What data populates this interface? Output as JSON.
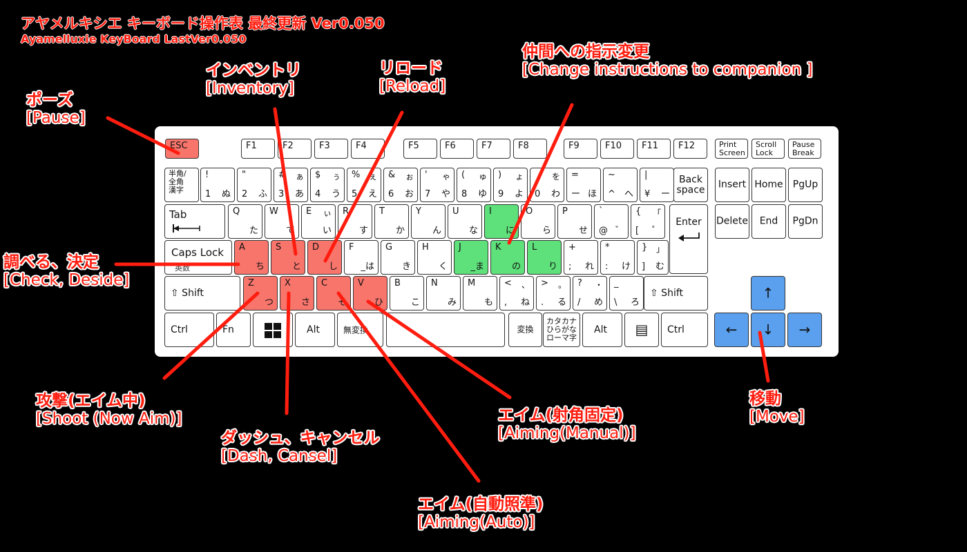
{
  "header": {
    "title_jp": "アヤメルキシエ キーボード操作表 最終更新 Ver0.050",
    "title_en": "Ayamelluxie KeyBoard LastVer0.050"
  },
  "colors": {
    "accent_red": "#f8756c",
    "accent_green": "#5ee07a",
    "accent_blue": "#5aa0ee",
    "label_text": "#ff1d0f"
  },
  "annotations": {
    "pause": {
      "jp": "ポーズ",
      "en": "[Pause]"
    },
    "inventory": {
      "jp": "インベントリ",
      "en": "[Inventory]"
    },
    "reload": {
      "jp": "リロード",
      "en": "[Reload]"
    },
    "companion": {
      "jp": "仲間への指示変更",
      "en": "[Change instructions to companion ]"
    },
    "check": {
      "jp": "調べる、決定",
      "en": "[Check, Deside]"
    },
    "shoot": {
      "jp": "攻撃(エイム中)",
      "en": "[Shoot (Now Aim)]"
    },
    "dash": {
      "jp": "ダッシュ、キャンセル",
      "en": "[Dash, Cansel]"
    },
    "aim_auto": {
      "jp": "エイム(自動照準)",
      "en": "[Aiming(Auto)]"
    },
    "aim_manual": {
      "jp": "エイム(射角固定)",
      "en": "[Aiming(Manual)]"
    },
    "move": {
      "jp": "移動",
      "en": "[Move]"
    }
  },
  "keys": {
    "esc": "ESC",
    "f1": "F1",
    "f2": "F2",
    "f3": "F3",
    "f4": "F4",
    "f5": "F5",
    "f6": "F6",
    "f7": "F7",
    "f8": "F8",
    "f9": "F9",
    "f10": "F10",
    "f11": "F11",
    "f12": "F12",
    "prtsc": "Print\nScreen",
    "scrlk": "Scroll\nLock",
    "pause": "Pause\nBreak",
    "hankaku": "半角/\n全角\n漢字",
    "n1": {
      "tl": "!",
      "bl": "1",
      "br": "ぬ"
    },
    "n2": {
      "tl": "\"",
      "bl": "2",
      "br": "ふ"
    },
    "n3": {
      "tl": "#",
      "tr": "ぁ",
      "bl": "3",
      "br": "あ"
    },
    "n4": {
      "tl": "$",
      "tr": "ぅ",
      "bl": "4",
      "br": "う"
    },
    "n5": {
      "tl": "%",
      "tr": "ぇ",
      "bl": "5",
      "br": "え"
    },
    "n6": {
      "tl": "&",
      "tr": "ぉ",
      "bl": "6",
      "br": "お"
    },
    "n7": {
      "tl": "'",
      "tr": "ゃ",
      "bl": "7",
      "br": "や"
    },
    "n8": {
      "tl": "(",
      "tr": "ゅ",
      "bl": "8",
      "br": "ゆ"
    },
    "n9": {
      "tl": ")",
      "tr": "ょ",
      "bl": "9",
      "br": "よ"
    },
    "n0": {
      "tr": "を",
      "bl": "0",
      "br": "わ"
    },
    "minus": {
      "tl": "=",
      "bl": "ー",
      "br": "ほ"
    },
    "caret": {
      "tl": "~",
      "bl": "^",
      "br": "へ"
    },
    "yen": {
      "tl": "|",
      "bl": "¥",
      "br": "ー"
    },
    "backspace": "Back\nspace",
    "insert": "Insert",
    "home": "Home",
    "pgup": "PgUp",
    "tab": "Tab",
    "q": {
      "tl": "Q",
      "br": "た"
    },
    "w": {
      "tl": "W",
      "br": "て"
    },
    "e": {
      "tl": "E",
      "tr": "ぃ",
      "br": "い"
    },
    "r": {
      "tl": "R",
      "br": "す"
    },
    "t": {
      "tl": "T",
      "br": "か"
    },
    "y": {
      "tl": "Y",
      "br": "ん"
    },
    "u": {
      "tl": "U",
      "br": "な"
    },
    "i": {
      "tl": "I",
      "br": "に"
    },
    "o": {
      "tl": "O",
      "br": "ら"
    },
    "p": {
      "tl": "P",
      "br": "せ"
    },
    "at": {
      "tl": "`",
      "bl": "@",
      "br": "゛"
    },
    "lbracket": {
      "tl": "{",
      "tr": "「",
      "bl": "[",
      "br": "゜"
    },
    "enter": "Enter",
    "delete": "Delete",
    "end": "End",
    "pgdn": "PgDn",
    "capslock": "Caps Lock",
    "capslock_sub": "英数",
    "a": {
      "tl": "A",
      "br": "ち"
    },
    "s": {
      "tl": "S",
      "br": "と"
    },
    "d": {
      "tl": "D",
      "br": "し"
    },
    "f": {
      "tl": "F",
      "br": "_は"
    },
    "g": {
      "tl": "G",
      "br": "き"
    },
    "h": {
      "tl": "H",
      "br": "く"
    },
    "j": {
      "tl": "J",
      "br": "_ま"
    },
    "k": {
      "tl": "K",
      "br": "の"
    },
    "l": {
      "tl": "L",
      "br": "り"
    },
    "semicolon": {
      "tl": "+",
      "bl": ";",
      "br": "れ"
    },
    "colon": {
      "tl": "*",
      "bl": ":",
      "br": "け"
    },
    "rbracket": {
      "tl": "}",
      "tr": "」",
      "bl": "]",
      "br": "む"
    },
    "lshift": "⇧ Shift",
    "z": {
      "tl": "Z",
      "br": "つ"
    },
    "x": {
      "tl": "X",
      "br": "さ"
    },
    "c": {
      "tl": "C",
      "br": "そ"
    },
    "v": {
      "tl": "V",
      "br": "ひ"
    },
    "b": {
      "tl": "B",
      "br": "こ"
    },
    "n": {
      "tl": "N",
      "br": "み"
    },
    "m": {
      "tl": "M",
      "br": "も"
    },
    "comma": {
      "tl": "<",
      "tr": "、",
      "bl": ",",
      "br": "ね"
    },
    "period": {
      "tl": ">",
      "tr": "。",
      "bl": ".",
      "br": "る"
    },
    "slash": {
      "tl": "?",
      "tr": "・",
      "bl": "/",
      "br": "め"
    },
    "backslash": {
      "tl": "_",
      "bl": "\\",
      "br": "ろ"
    },
    "rshift": "⇧ Shift",
    "lctrl": "Ctrl",
    "fn": "Fn",
    "win": "⊞",
    "lalt": "Alt",
    "muhenkan": "無変換",
    "henkan": "変換",
    "kana": "カタカナ\nひらがな\nローマ字",
    "ralt": "Alt",
    "menu": "▤",
    "rctrl": "Ctrl",
    "up": "↑",
    "left": "←",
    "down": "↓",
    "right": "→"
  }
}
